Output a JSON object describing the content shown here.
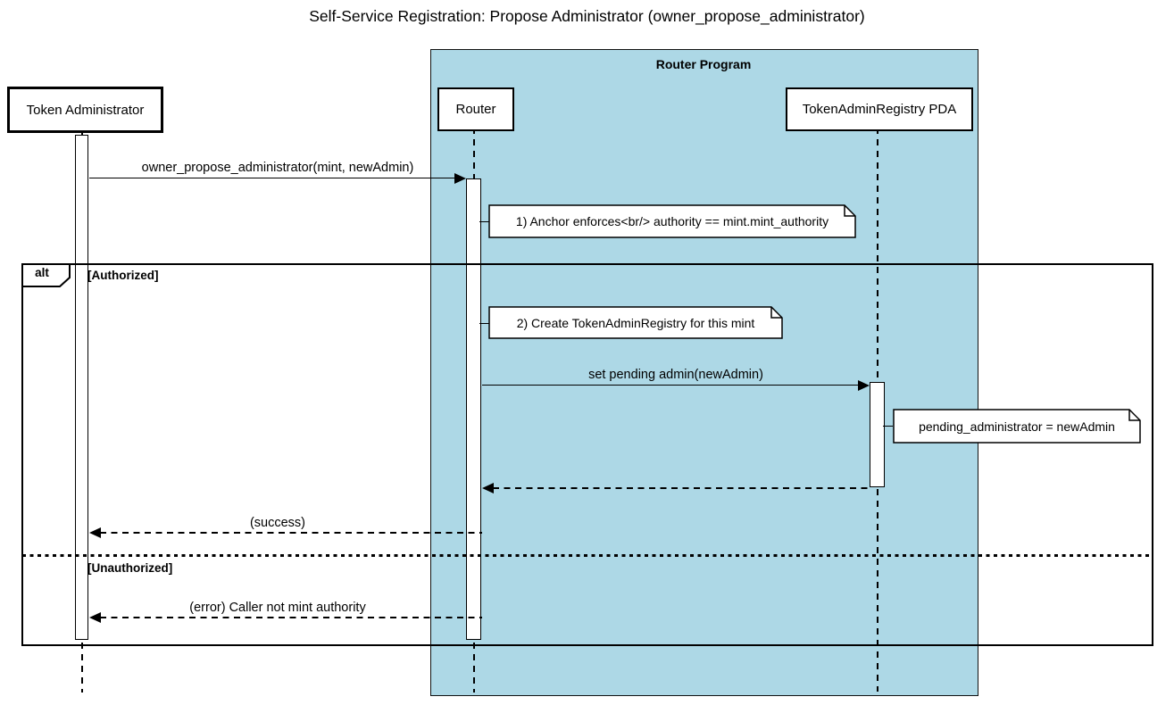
{
  "title": "Self-Service Registration: Propose Administrator (owner_propose_administrator)",
  "program": {
    "label": "Router Program",
    "fill": "#ADD8E6"
  },
  "participants": {
    "token_admin": {
      "label": "Token Administrator"
    },
    "router": {
      "label": "Router"
    },
    "registry": {
      "label": "TokenAdminRegistry PDA"
    }
  },
  "messages": {
    "propose": {
      "label": "owner_propose_administrator(mint, newAdmin)",
      "type": "solid",
      "from": "token_admin",
      "to": "router"
    },
    "set_pending": {
      "label": "set pending admin(newAdmin)",
      "type": "solid",
      "from": "router",
      "to": "registry"
    },
    "registry_return": {
      "label": "",
      "type": "dashed",
      "from": "registry",
      "to": "router"
    },
    "success": {
      "label": "(success)",
      "type": "dashed",
      "from": "router",
      "to": "token_admin"
    },
    "error": {
      "label": "(error) Caller not mint authority",
      "type": "dashed",
      "from": "router",
      "to": "token_admin"
    }
  },
  "notes": {
    "note1": {
      "text": "1) Anchor enforces<br/> authority == mint.mint_authority"
    },
    "note2": {
      "text": "2) Create TokenAdminRegistry for this mint"
    },
    "note3": {
      "text": "pending_administrator = newAdmin"
    }
  },
  "alt": {
    "operator": "alt",
    "authorized": "[Authorized]",
    "unauthorized": "[Unauthorized]"
  },
  "colors": {
    "container_fill": "#ADD8E6",
    "line": "#000000",
    "note_fill": "#FFFFFF"
  }
}
